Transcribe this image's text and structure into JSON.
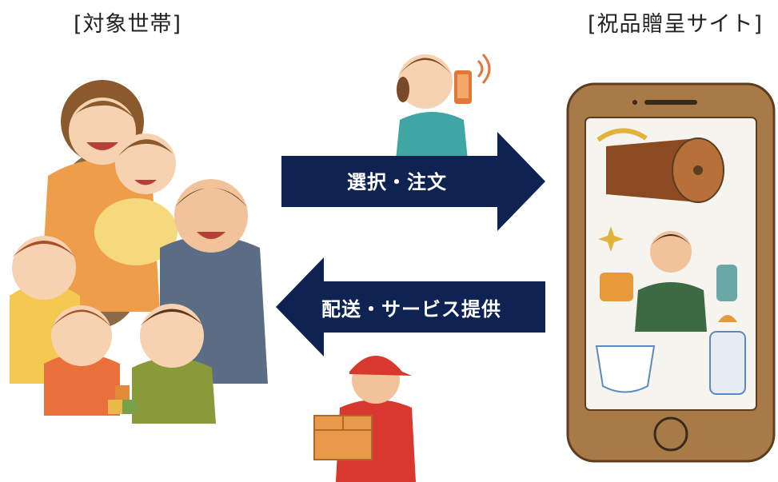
{
  "left_heading": "[対象世帯]",
  "right_heading": "[祝品贈呈サイト]",
  "arrow_top_label": "選択・注文",
  "arrow_bottom_label": "配送・サービス提供",
  "colors": {
    "arrow": "#0e2352",
    "phone_frame": "#a87a47",
    "phone_screen": "#f5f4ef"
  },
  "illustrations": [
    "family-group-illustration",
    "woman-with-smartphone-illustration",
    "smartphone-site-illustration",
    "delivery-person-illustration"
  ]
}
